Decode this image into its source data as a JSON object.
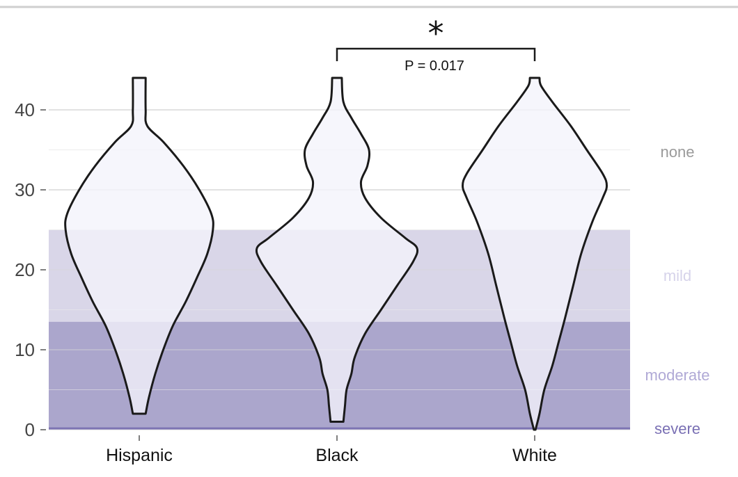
{
  "chart_data": {
    "type": "violin",
    "categories": [
      "Hispanic",
      "Black",
      "White"
    ],
    "ylim": [
      0,
      44
    ],
    "yticks": [
      "0",
      "10",
      "20",
      "30",
      "40"
    ],
    "severity_bands": [
      {
        "label": "none",
        "from": 25,
        "to": 44,
        "color": "#ffffff",
        "label_color": "#9a9a9a"
      },
      {
        "label": "mild",
        "from": 13.5,
        "to": 25,
        "color": "#d9d6e8",
        "label_color": "#d6d3ea"
      },
      {
        "label": "moderate",
        "from": 0.3,
        "to": 13.5,
        "color": "#aba6cc",
        "label_color": "#b0a9d6"
      },
      {
        "label": "severe",
        "from": 0,
        "to": 0.3,
        "color": "#7d74b3",
        "label_color": "#7a70b4"
      }
    ],
    "series": [
      {
        "category": "Hispanic",
        "min": 2,
        "max": 44,
        "profile": [
          [
            2,
            0.08
          ],
          [
            4,
            0.12
          ],
          [
            7,
            0.2
          ],
          [
            10,
            0.3
          ],
          [
            13,
            0.42
          ],
          [
            16,
            0.58
          ],
          [
            19,
            0.72
          ],
          [
            22,
            0.85
          ],
          [
            25,
            0.92
          ],
          [
            27,
            0.9
          ],
          [
            30,
            0.75
          ],
          [
            33,
            0.55
          ],
          [
            36,
            0.3
          ],
          [
            38,
            0.1
          ],
          [
            40,
            0.08
          ],
          [
            44,
            0.08
          ]
        ]
      },
      {
        "category": "Black",
        "min": 1,
        "max": 44,
        "profile": [
          [
            1,
            0.08
          ],
          [
            3,
            0.1
          ],
          [
            5,
            0.12
          ],
          [
            7,
            0.18
          ],
          [
            9,
            0.22
          ],
          [
            12,
            0.35
          ],
          [
            15,
            0.55
          ],
          [
            18,
            0.75
          ],
          [
            21,
            0.95
          ],
          [
            22.7,
            1.0
          ],
          [
            24,
            0.85
          ],
          [
            26.5,
            0.55
          ],
          [
            29,
            0.35
          ],
          [
            31,
            0.3
          ],
          [
            33,
            0.38
          ],
          [
            35,
            0.4
          ],
          [
            37,
            0.3
          ],
          [
            39,
            0.18
          ],
          [
            41,
            0.08
          ],
          [
            44,
            0.06
          ]
        ]
      },
      {
        "category": "White",
        "min": 0,
        "max": 44,
        "profile": [
          [
            0,
            0.01
          ],
          [
            2,
            0.06
          ],
          [
            5,
            0.12
          ],
          [
            8,
            0.22
          ],
          [
            11,
            0.3
          ],
          [
            14,
            0.38
          ],
          [
            18,
            0.48
          ],
          [
            22,
            0.58
          ],
          [
            26,
            0.72
          ],
          [
            29,
            0.85
          ],
          [
            30.5,
            0.9
          ],
          [
            32,
            0.85
          ],
          [
            35,
            0.65
          ],
          [
            38,
            0.45
          ],
          [
            41,
            0.22
          ],
          [
            43,
            0.08
          ],
          [
            44,
            0.06
          ]
        ]
      }
    ],
    "significance": {
      "from": "Black",
      "to": "White",
      "label": "P = 0.017",
      "marker": "*"
    }
  }
}
